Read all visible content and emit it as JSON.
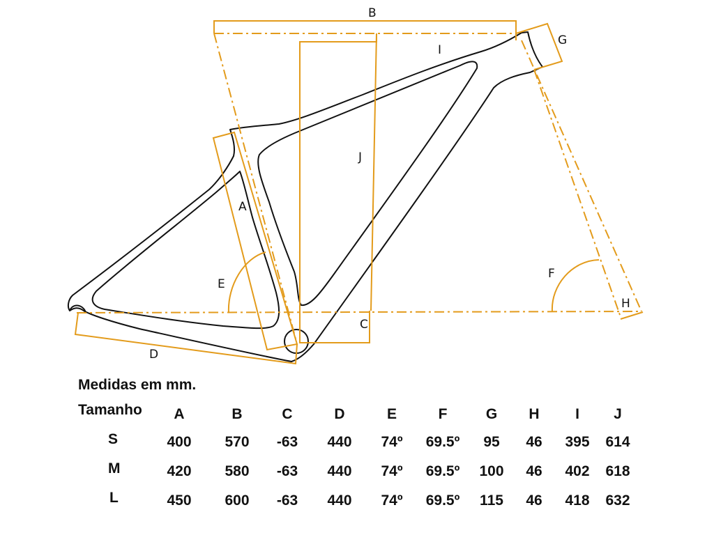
{
  "diagram": {
    "labels": {
      "A": "A",
      "B": "B",
      "C": "C",
      "D": "D",
      "E": "E",
      "F": "F",
      "G": "G",
      "H": "H",
      "I": "I",
      "J": "J"
    },
    "colors": {
      "frame_outline": "#111111",
      "geometry_lines": "#E39B1B",
      "text": "#111111"
    }
  },
  "table": {
    "caption": "Medidas em mm.",
    "header": [
      "Tamanho",
      "A",
      "B",
      "C",
      "D",
      "E",
      "F",
      "G",
      "H",
      "I",
      "J"
    ],
    "rows": [
      [
        "S",
        "400",
        "570",
        "-63",
        "440",
        "74º",
        "69.5º",
        "95",
        "46",
        "395",
        "614"
      ],
      [
        "M",
        "420",
        "580",
        "-63",
        "440",
        "74º",
        "69.5º",
        "100",
        "46",
        "402",
        "618"
      ],
      [
        "L",
        "450",
        "600",
        "-63",
        "440",
        "74º",
        "69.5º",
        "115",
        "46",
        "418",
        "632"
      ]
    ]
  }
}
